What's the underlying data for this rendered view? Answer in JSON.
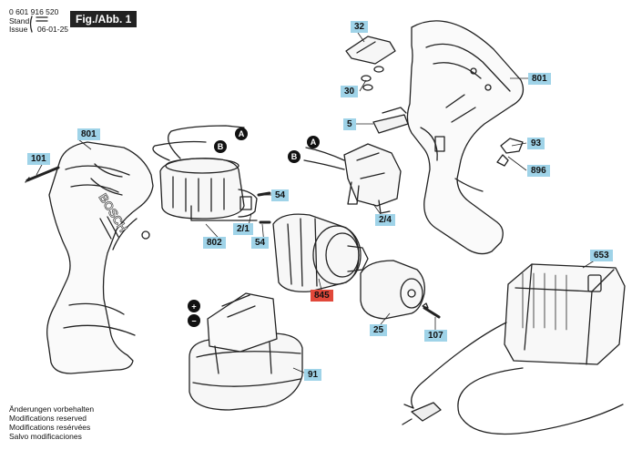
{
  "header": {
    "doc_number": "0 601 916 520",
    "stand_label": "Stand",
    "issue_label": "Issue",
    "issue_date": "06-01-25",
    "figure_label": "Fig./Abb. 1"
  },
  "callouts": {
    "c32": "32",
    "c30": "30",
    "c801a": "801",
    "c801b": "801",
    "c5": "5",
    "c93": "93",
    "c896": "896",
    "c101": "101",
    "c54a": "54",
    "c54b": "54",
    "c2_1": "2/1",
    "c802": "802",
    "c2_4": "2/4",
    "c845": "845",
    "c25": "25",
    "c107": "107",
    "c653": "653",
    "c91": "91"
  },
  "connectors": {
    "a1": "A",
    "b1": "B",
    "a2": "A",
    "b2": "B"
  },
  "battery_terminals": {
    "plus": "+",
    "minus": "−"
  },
  "brand": "BOSCH",
  "notes": [
    "Änderungen vorbehalten",
    "Modifications reserved",
    "Modifications resérvées",
    "Salvo modificaciones"
  ],
  "colors": {
    "callout": "#9fd3e8",
    "highlight": "#e1483a",
    "line": "#222222"
  }
}
